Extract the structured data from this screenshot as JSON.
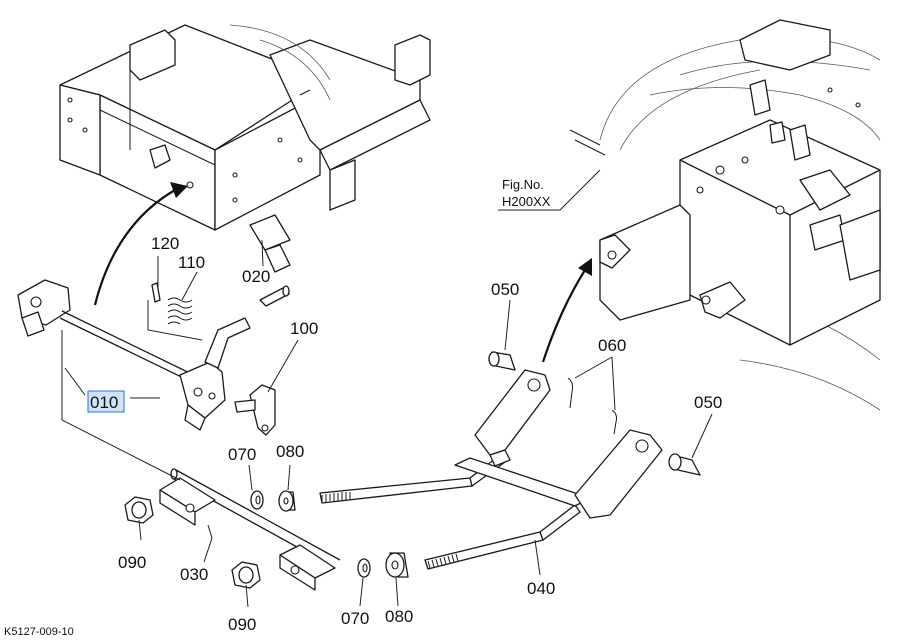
{
  "callouts": {
    "p010": "010",
    "p020": "020",
    "p030": "030",
    "p040": "040",
    "p050a": "050",
    "p050b": "050",
    "p060": "060",
    "p070a": "070",
    "p070b": "070",
    "p080a": "080",
    "p080b": "080",
    "p090a": "090",
    "p090b": "090",
    "p100": "100",
    "p110": "110",
    "p120": "120"
  },
  "figure_ref": {
    "label": "Fig.No.",
    "number": "H200XX"
  },
  "drawing_code": "K5127-009-10",
  "highlight_color": "#cfe3fb"
}
